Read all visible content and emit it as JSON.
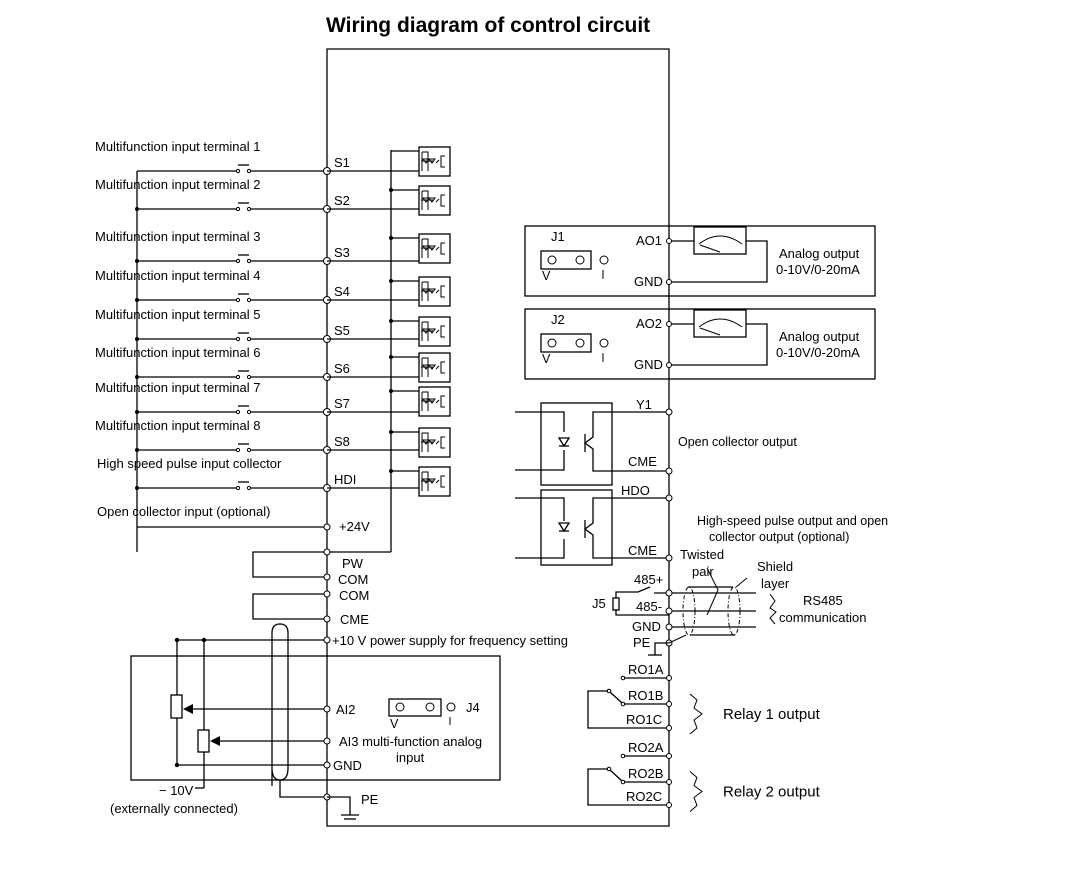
{
  "title": "Wiring diagram of control circuit",
  "inputs": [
    {
      "label": "Multifunction input terminal 1",
      "terminal": "S1"
    },
    {
      "label": "Multifunction input terminal 2",
      "terminal": "S2"
    },
    {
      "label": "Multifunction input terminal 3",
      "terminal": "S3"
    },
    {
      "label": "Multifunction input terminal 4",
      "terminal": "S4"
    },
    {
      "label": "Multifunction input terminal 5",
      "terminal": "S5"
    },
    {
      "label": "Multifunction input terminal 6",
      "terminal": "S6"
    },
    {
      "label": "Multifunction input terminal 7",
      "terminal": "S7"
    },
    {
      "label": "Multifunction input terminal 8",
      "terminal": "S8"
    },
    {
      "label": "High speed pulse input collector",
      "terminal": "HDI"
    }
  ],
  "open_collector_input": {
    "label": "Open collector input (optional)",
    "terminal": "+24V"
  },
  "power_terminals": {
    "pw": "PW",
    "com1": "COM",
    "com2": "COM",
    "cme": "CME"
  },
  "plus10v": "+10 V power supply for frequency setting",
  "analog_in": {
    "ai2": "AI2",
    "ai3": "AI3 multi-function analog",
    "ai3_line2": "input",
    "gnd": "GND",
    "pe": "PE",
    "jumper": "J4",
    "v": "V",
    "i": "I",
    "minus10": "− 10V",
    "external": "(externally connected)"
  },
  "analog_out": [
    {
      "jumper": "J1",
      "terminal": "AO1",
      "gnd": "GND",
      "v": "V",
      "i": "I",
      "desc1": "Analog output",
      "desc2": "0-10V/0-20mA"
    },
    {
      "jumper": "J2",
      "terminal": "AO2",
      "gnd": "GND",
      "v": "V",
      "i": "I",
      "desc1": "Analog output",
      "desc2": "0-10V/0-20mA"
    }
  ],
  "open_collector": {
    "y1": "Y1",
    "cme": "CME",
    "desc": "Open collector output"
  },
  "hdo": {
    "hdo": "HDO",
    "cme": "CME",
    "desc1": "High-speed pulse output and open",
    "desc2": "collector output (optional)"
  },
  "rs485": {
    "twisted1": "Twisted",
    "twisted2": "pair",
    "shield1": "Shield",
    "shield2": "layer",
    "plus": "485+",
    "minus": "485-",
    "gnd": "GND",
    "pe": "PE",
    "jumper": "J5",
    "desc1": "RS485",
    "desc2": "communication"
  },
  "relays": [
    {
      "a": "RO1A",
      "b": "RO1B",
      "c": "RO1C",
      "desc": "Relay 1 output"
    },
    {
      "a": "RO2A",
      "b": "RO2B",
      "c": "RO2C",
      "desc": "Relay 2 output"
    }
  ]
}
